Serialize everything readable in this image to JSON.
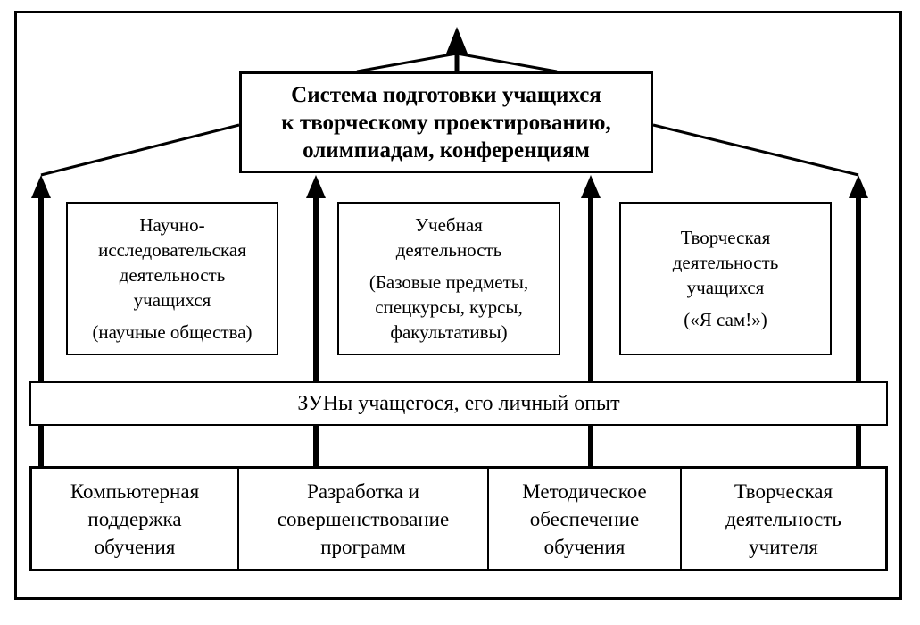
{
  "title": {
    "lines": [
      "Система  подготовки учащихся",
      "к творческому проектированию,",
      "олимпиадам, конференциям"
    ]
  },
  "activities": [
    {
      "lines": [
        "Научно-",
        "исследовательская",
        "деятельность",
        "учащихся"
      ],
      "sub": [
        "(научные общества)"
      ]
    },
    {
      "lines": [
        "Учебная",
        "деятельность"
      ],
      "sub": [
        "(Базовые предметы,",
        "спецкурсы, курсы,",
        "факультативы)"
      ]
    },
    {
      "lines": [
        "Творческая",
        "деятельность",
        "учащихся"
      ],
      "sub": [
        "(«Я сам!»)"
      ]
    }
  ],
  "foundation": "ЗУНы учащегося, его личный опыт",
  "bottom": [
    {
      "lines": [
        "Компьютерная",
        "поддержка",
        "обучения"
      ]
    },
    {
      "lines": [
        "Разработка и",
        "совершенствование",
        "программ"
      ]
    },
    {
      "lines": [
        "Методическое",
        "обеспечение",
        "обучения"
      ]
    },
    {
      "lines": [
        "Творческая",
        "деятельность",
        "учителя"
      ]
    }
  ]
}
